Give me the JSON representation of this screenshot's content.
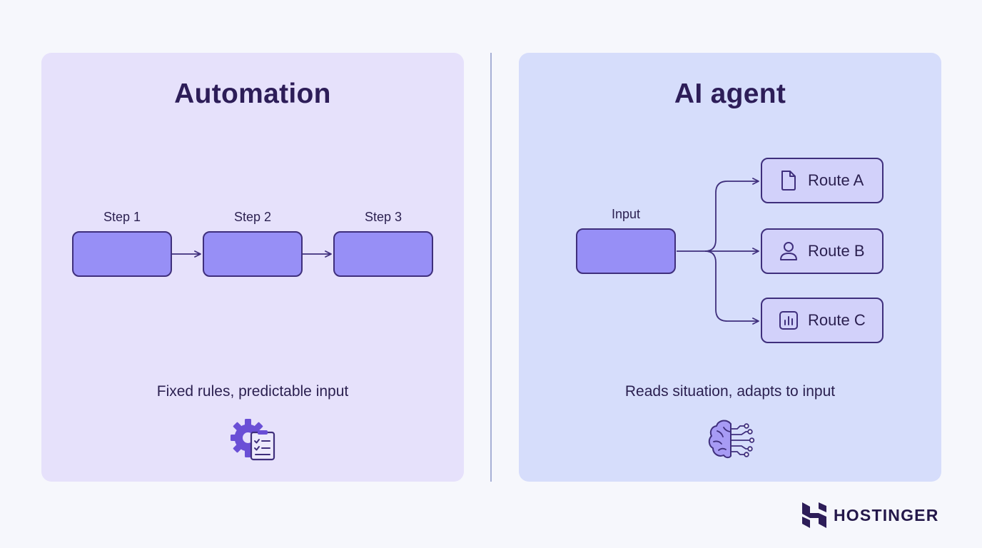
{
  "left_panel": {
    "title": "Automation",
    "steps": [
      {
        "label": "Step 1"
      },
      {
        "label": "Step 2"
      },
      {
        "label": "Step 3"
      }
    ],
    "caption": "Fixed rules, predictable input",
    "icon": "gear-checklist-icon"
  },
  "right_panel": {
    "title": "AI agent",
    "input_label": "Input",
    "routes": [
      {
        "label": "Route A",
        "icon": "document-icon"
      },
      {
        "label": "Route B",
        "icon": "person-icon"
      },
      {
        "label": "Route C",
        "icon": "bar-chart-icon"
      }
    ],
    "caption": "Reads situation, adapts to input",
    "icon": "brain-circuit-icon"
  },
  "brand": {
    "name": "HOSTINGER",
    "icon": "hostinger-logo-icon"
  },
  "colors": {
    "left_panel_bg": "#e6e1fb",
    "right_panel_bg": "#d6ddfb",
    "box_fill": "#978ff6",
    "route_fill": "#d2d1fa",
    "stroke": "#3f2f7c",
    "accent": "#6a4fd6"
  }
}
